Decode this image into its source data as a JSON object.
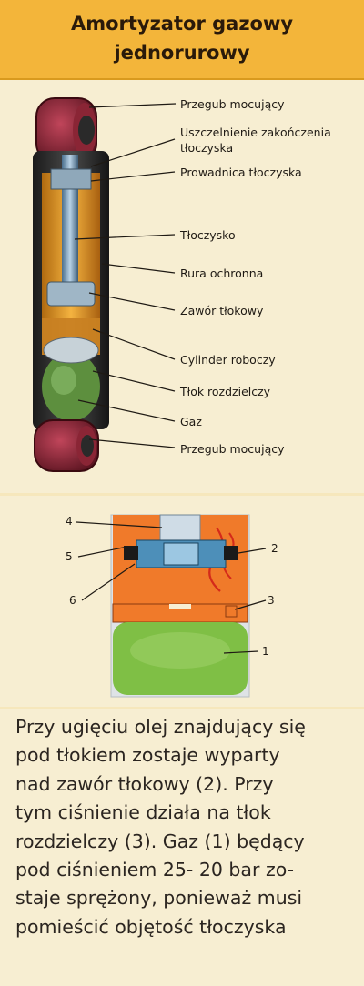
{
  "header": {
    "title_line1": "Amortyzator gazowy",
    "title_line2": "jednorurowy"
  },
  "diagram1": {
    "labels": [
      "Przegub mocujący",
      "Uszczelnienie zakończenia",
      "tłoczyska",
      "Prowadnica tłoczyska",
      "Tłoczysko",
      "Rura ochronna",
      "Zawór tłokowy",
      "Cylinder roboczy",
      "Tłok rozdzielczy",
      "Gaz",
      "Przegub mocujący"
    ]
  },
  "diagram2": {
    "numbers": [
      "4",
      "5",
      "6",
      "2",
      "3",
      "1"
    ]
  },
  "description": {
    "lines": [
      "Przy ugięciu olej znajdujący się",
      "pod tłokiem zostaje wyparty",
      "nad zawór tłokowy (2). Przy",
      "tym ciśnienie działa na tłok",
      "rozdzielczy (3). Gaz (1) będący",
      "pod ciśnieniem 25- 20 bar zo-",
      "staje sprężony, ponieważ musi",
      "pomieścić objętość tłoczyska"
    ]
  },
  "colors": {
    "header": "#f3b53a",
    "panel": "#f7eed2",
    "oil": "#f0a030",
    "gas": "#6fa84a",
    "mount": "#8a2030",
    "tube": "#2a2a2a",
    "orange_chamber": "#f07828"
  }
}
